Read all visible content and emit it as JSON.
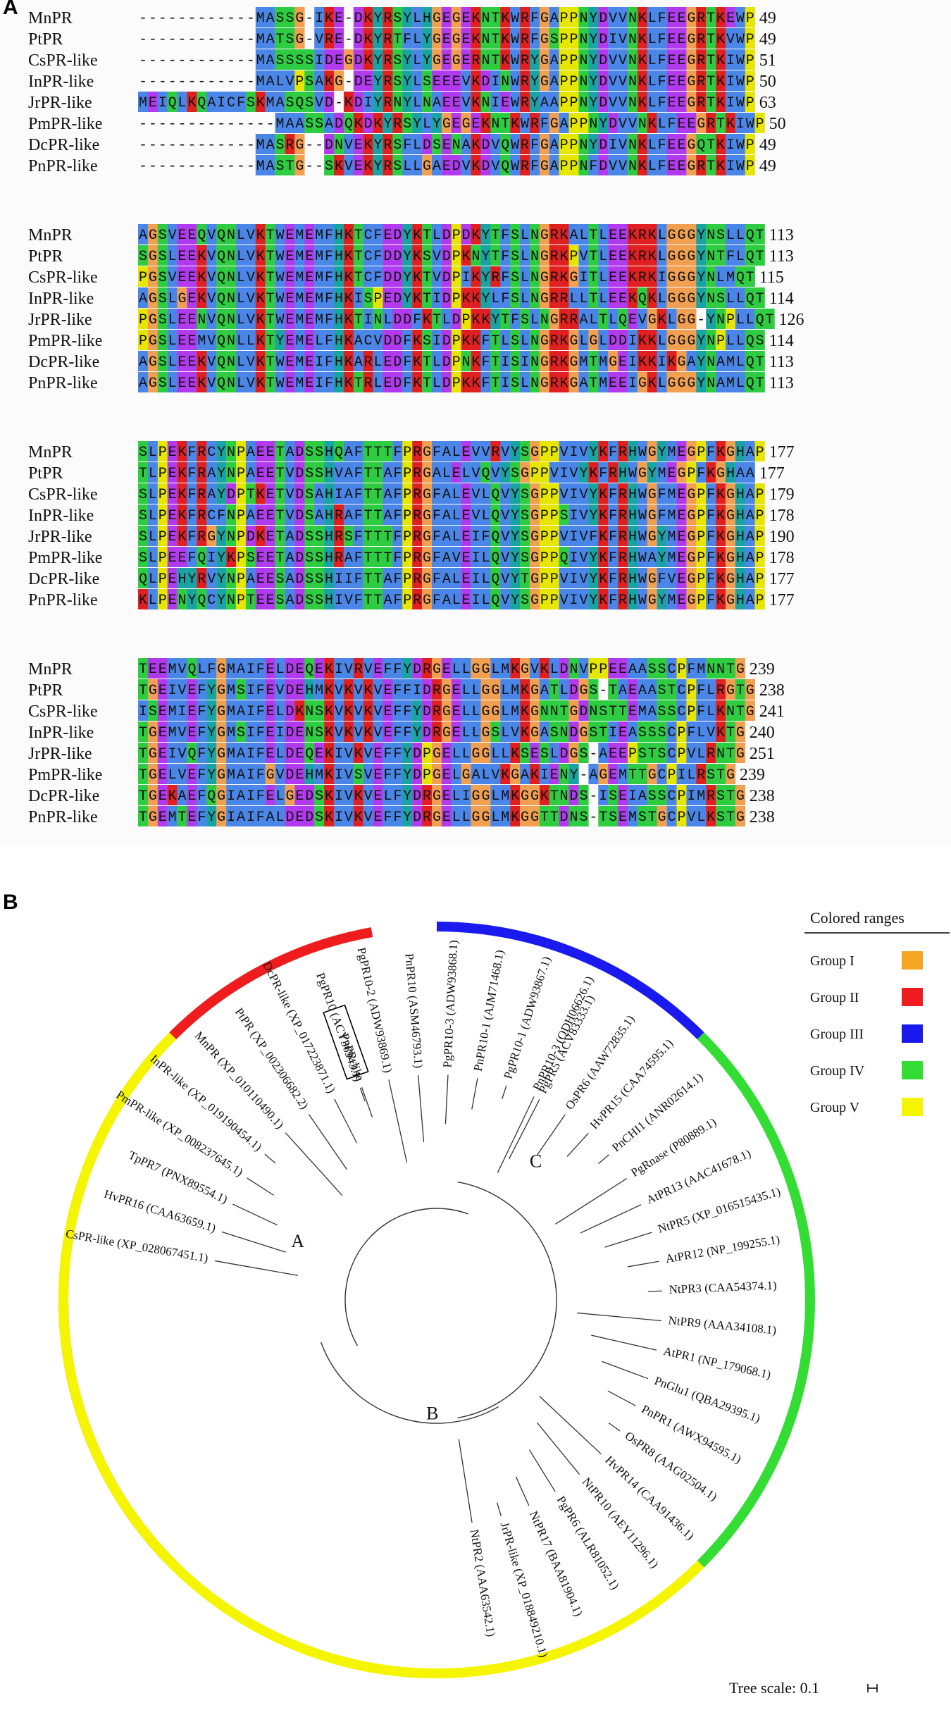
{
  "panel_a_label": "A",
  "panel_b_label": "B",
  "residue_colors": {
    "A": "#4a86e8",
    "I": "#4a86e8",
    "L": "#4a86e8",
    "M": "#4a86e8",
    "F": "#4a86e8",
    "W": "#4a86e8",
    "V": "#4a86e8",
    "C": "#4a86e8",
    "K": "#e02020",
    "R": "#e02020",
    "E": "#b23aee",
    "D": "#b23aee",
    "N": "#2ecc40",
    "Q": "#2ecc40",
    "S": "#2ecc40",
    "T": "#2ecc40",
    "G": "#f0a050",
    "P": "#e6e600",
    "H": "#1aa3a3",
    "Y": "#1aa3a3",
    "-": "#ffffff"
  },
  "alignment": {
    "names": [
      "MnPR",
      "PtPR",
      "CsPR-like",
      "InPR-like",
      "JrPR-like",
      "PmPR-like",
      "DcPR-like",
      "PnPR-like"
    ],
    "blocks": [
      {
        "rows": [
          "------------MASSG-IKE-DKYRSYLHGEGEKNTKWRFGAPPNYDVVNKLFEEGRTKEWP",
          "------------MATSG-VRE-DKYRTFLYGEGEKNTKWRFGSPPNYDIVNKLFEEGRTKVWP",
          "------------MASSSSIDEGDKYRSYLYGEGERNTKWRYGAPPNYDVVNKLFEEGRTKIWP",
          "------------MALVPSAKG-DEYRSYLSEEEVKDINWRYGAPPNYDVVNKLFEEGRTKIWP",
          "MEIQLKQAICFSKMASQSVD-KDIYRNYLNAEEVKNIEWRYAAPPNYDVVNKLFEEGRTKIWP",
          "--------------MAASSADQKDKYRSYLYGEGEKNTKWRFGAPPNYDVVNKLFEEGRTKIWP",
          "------------MASRG--DNVEKYRSFLDSENAKDVQWRFGAPPNYDIVNKLFEEGQTKIWP",
          "------------MASTG--SKVEKYRSLLGAEDVKDVQWRFGAPPNFDVVNKLFEEGRTKIWP"
        ],
        "ends": [
          "49",
          "49",
          "51",
          "50",
          "63",
          "50",
          "49",
          "49"
        ]
      },
      {
        "rows": [
          "AGSVEEQVQNLVKTWEMEMFHKTCFEDYKTLDPDKYTFSLNGRKALTLEEKRKLGGGYNSLLQT",
          "SGSLEEKVQNLVKTWEMEMFHKTCFDDYKSVDPKNYTFSLNGRKPVTLEEKRKLGGGYNTFLQT",
          "PGSVEEKVQNLVKTWEMEMFHKTCFDDYKTVDPIKYRFSLNGRKGITLEEKRKIGGGYNLMQT",
          "AGSLGEKVQNLVKTWEMEMFHKISPEDYKTIDPKKYLFSLNGRRLLTLEEKQKLGGGYNSLLQT",
          "PGSLEENVQNLVKTWEMEMFHKTINLDDFKTLDPKKYTFSLNGRRALTLQEVGKLGG-YNPLLQT",
          "PGSLEEMVQNLLKTYEMELFHKACVDDFKSIDPKKFTLSLNGRKGLGLDDIKKLGGGYNPLLQS",
          "AGSLEEKVQNLVKTWEMEIFHKARLEDFKTLDPNKFTISINGRKGMTMGEIKKIKGAYNAMLQT",
          "AGSLEEKVQNLVKTWEMEIFHKTRLEDFKTLDPKKFTISLNGRKGATMEEIGKLGGGYNAMLQT"
        ],
        "ends": [
          "113",
          "113",
          "115",
          "114",
          "126",
          "114",
          "113",
          "113"
        ]
      },
      {
        "rows": [
          "SLPEKFRCYNPAEETADSSHQAFTTTFPRGFALEVVRVYSGPPVIVYKFRHWGYMEGPFKGHAP",
          "TLPEKFRAYNPAEETVDSSHVAFTTAFPRGALELVQVYSGPPVIVYKFRHWGYMEGPFKGHAA",
          "SLPEKFRAYDPTKETVDSAHIAFTTAFPRGFALEVLQVYSGPPVIVYKFRHWGFMEGPFKGHAP",
          "SLPEKFRCFNPAEETVDSAHRAFTTAFPRGFALEVLQVYSGPPSIVYKFRHWGFMEGPFKGHAP",
          "SLPEKFRGYNPDKETADSSHRSFTTTFPRGFALEIFQVYSGPPVIVFKFRHWGYMEGPFKGHAP",
          "SLPEEFQIYKPSEETADSSHRAFTTTFPRGFAVEILQVYSGPPQIVYKFRHWAYMEGPFKGHAP",
          "QLPEHYRVYNPAEESADSSHIIFTTAFPRGFALEILQVYTGPPVIVYKFRHWGFVEGPFKGHAP",
          "KLPENYQCYNPTEESADSSHIVFTTAFPRGFALEILQVYSGPPVIVYKFRHWGYMEGPFKGHAP"
        ],
        "ends": [
          "177",
          "177",
          "179",
          "178",
          "190",
          "178",
          "177",
          "177"
        ]
      },
      {
        "rows": [
          "TEEMVQLFGMAIFELDEQEKIVRVEFFYDRGELLGGLMKGVKLDNVPPEEAASSCPFMNNTG",
          "TGEIVEFYGMSIFEVDEHMKVKVKVEFFIDRGELLGGLMKGATLDGS-TAEAASTCPFLRGTG",
          "ISEMIEFYGMAIFELDKNSKVKVKVEFFYDRGELLGGLMKGNNTGDNSTTEMASSCPFLKNTG",
          "TGEMVEFYGMSIFEIDENSKVKVKVEFFYDRGELLGSLVKGASNDGSTIEASSSCPFLVKTG",
          "TGEIVQFYGMAIFELDEQEKIVKVEFFYDPGELLGGLLKSESLDGS-AEEPSTSCPVLRNTG",
          "TGELVEFYGMAIFGVDEHMKIVSVEFFYDPGELGALVKGAKIENY-AGEMTTGCPILRSTG",
          "TGEKAEFQGIAIFELGEDSKIVKVELFYDRGELIGGLMKGGKTNDS-ISEIASSCPIMRSTG",
          "TGEMTEFYGIAIFALDEDSKIVKVEFFYDRGELLGGLMKGGTTDNS-TSEMSTGCPVLKSTG"
        ],
        "ends": [
          "239",
          "238",
          "241",
          "240",
          "251",
          "239",
          "238",
          "238"
        ]
      }
    ]
  },
  "tree": {
    "clade_labels": [
      "A",
      "B",
      "C"
    ],
    "leaves": [
      "CsPR-like (XP_028067451.1)",
      "HvPR16 (CAA63659.1)",
      "TpPR7 (PNX89554.1)",
      "PmPR-like (XP_008237645.1)",
      "InPR-like (XP_019190454.1)",
      "MnPR (XP_010110490.1)",
      "PtPR (XP_002306682.2)",
      "DcPR-like (XP_017223871.1)",
      "PnPR-like",
      "PgPR10 (ACY36943.1)",
      "PgPR10-2 (ADW93869.1)",
      "PnPR10 (ASM46793.1)",
      "PgPR10-3 (ADW93868.1)",
      "PnPR10-1 (AJM71468.1)",
      "PgPR10-1 (ADW93867.1)",
      "PnPR10-3 (QDH06626.1)",
      "PgPR5 (ACV83333.1)",
      "OsPR6 (AAW72835.1)",
      "HvPR15 (CAA74595.1)",
      "PnCHI1 (ANR02614.1)",
      "PgRnase (P80889.1)",
      "AtPR13 (AAC41678.1)",
      "NtPR5 (XP_016515435.1)",
      "AtPR12 (NP_199255.1)",
      "NtPR3 (CAA54374.1)",
      "NtPR9 (AAA34108.1)",
      "AtPR1 (NP_179068.1)",
      "PnGlu1 (QBA29395.1)",
      "PnPR1 (AWX94595.1)",
      "OsPR8 (AAG02504.1)",
      "HvPR14 (CAA91436.1)",
      "NtPR10 (AEY11296.1)",
      "PgPR6 (ALR81052.1)",
      "NtPR17 (BAA81904.1)",
      "JrPR-like (XP_018849210.1)",
      "NtPR2 (AAA63542.1)"
    ],
    "highlighted_leaf": "PnPR-like",
    "legend_title": "Colored ranges",
    "groups": [
      {
        "label": "Group I",
        "color": "#f5a623"
      },
      {
        "label": "Group II",
        "color": "#ee1c1c"
      },
      {
        "label": "Group III",
        "color": "#1a1aee"
      },
      {
        "label": "Group IV",
        "color": "#33dd33"
      },
      {
        "label": "Group V",
        "color": "#f5f500"
      }
    ],
    "scale_label": "Tree scale: 0.1"
  }
}
